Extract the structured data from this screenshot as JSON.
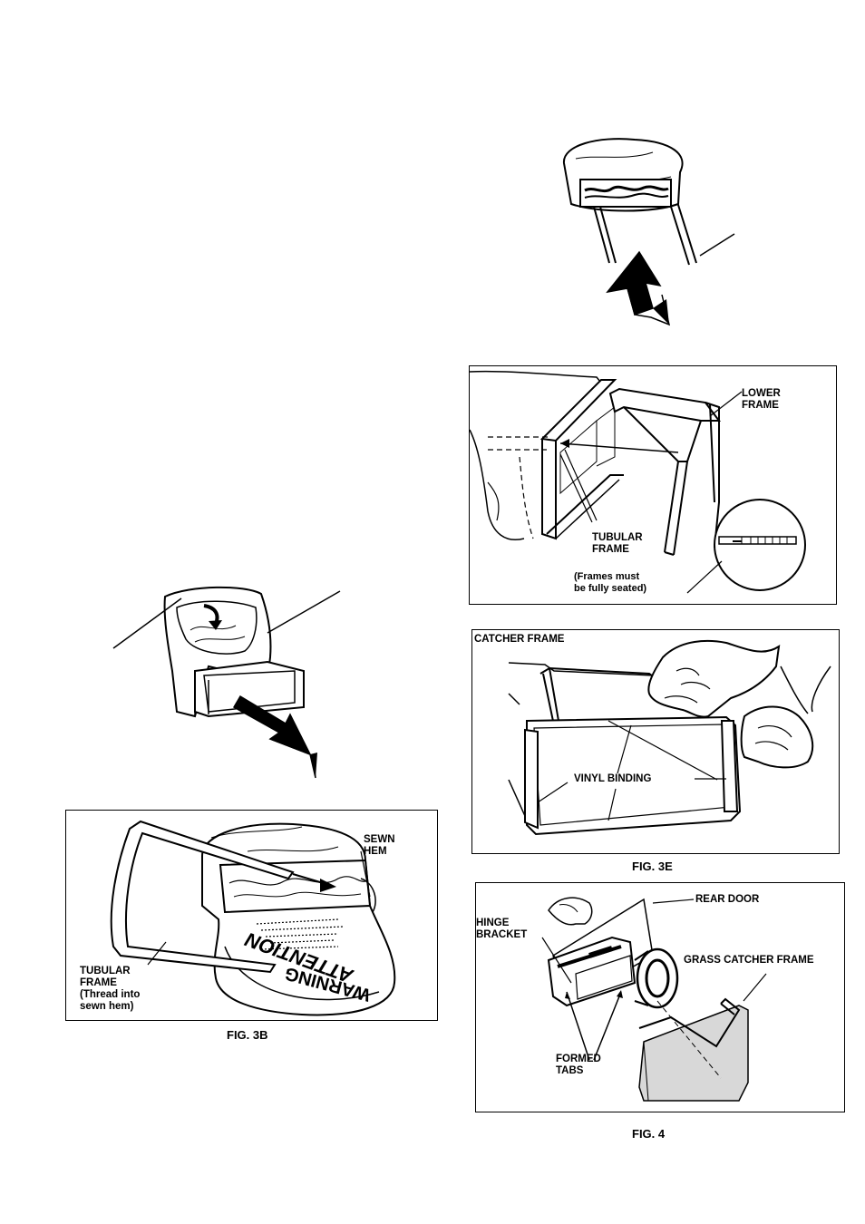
{
  "fig_3d": {
    "lower_frame": "LOWER\nFRAME",
    "tubular_frame": "TUBULAR\nFRAME",
    "note": "(Frames must\nbe fully seated)"
  },
  "fig_3e": {
    "catcher_frame": "CATCHER FRAME",
    "vinyl_binding": "VINYL BINDING",
    "caption": "FIG. 3E"
  },
  "fig_3b": {
    "sewn_hem": "SEWN\nHEM",
    "tubular_frame": "TUBULAR\nFRAME\n(Thread into\nsewn hem)",
    "bag_text_1": "ATTENTION",
    "bag_text_2": "WARNING",
    "caption": "FIG. 3B"
  },
  "fig_4": {
    "rear_door": "REAR DOOR",
    "hinge_bracket": "HINGE\nBRACKET",
    "grass_catcher_frame": "GRASS CATCHER FRAME",
    "formed_tabs": "FORMED\nTABS",
    "caption": "FIG. 4"
  }
}
